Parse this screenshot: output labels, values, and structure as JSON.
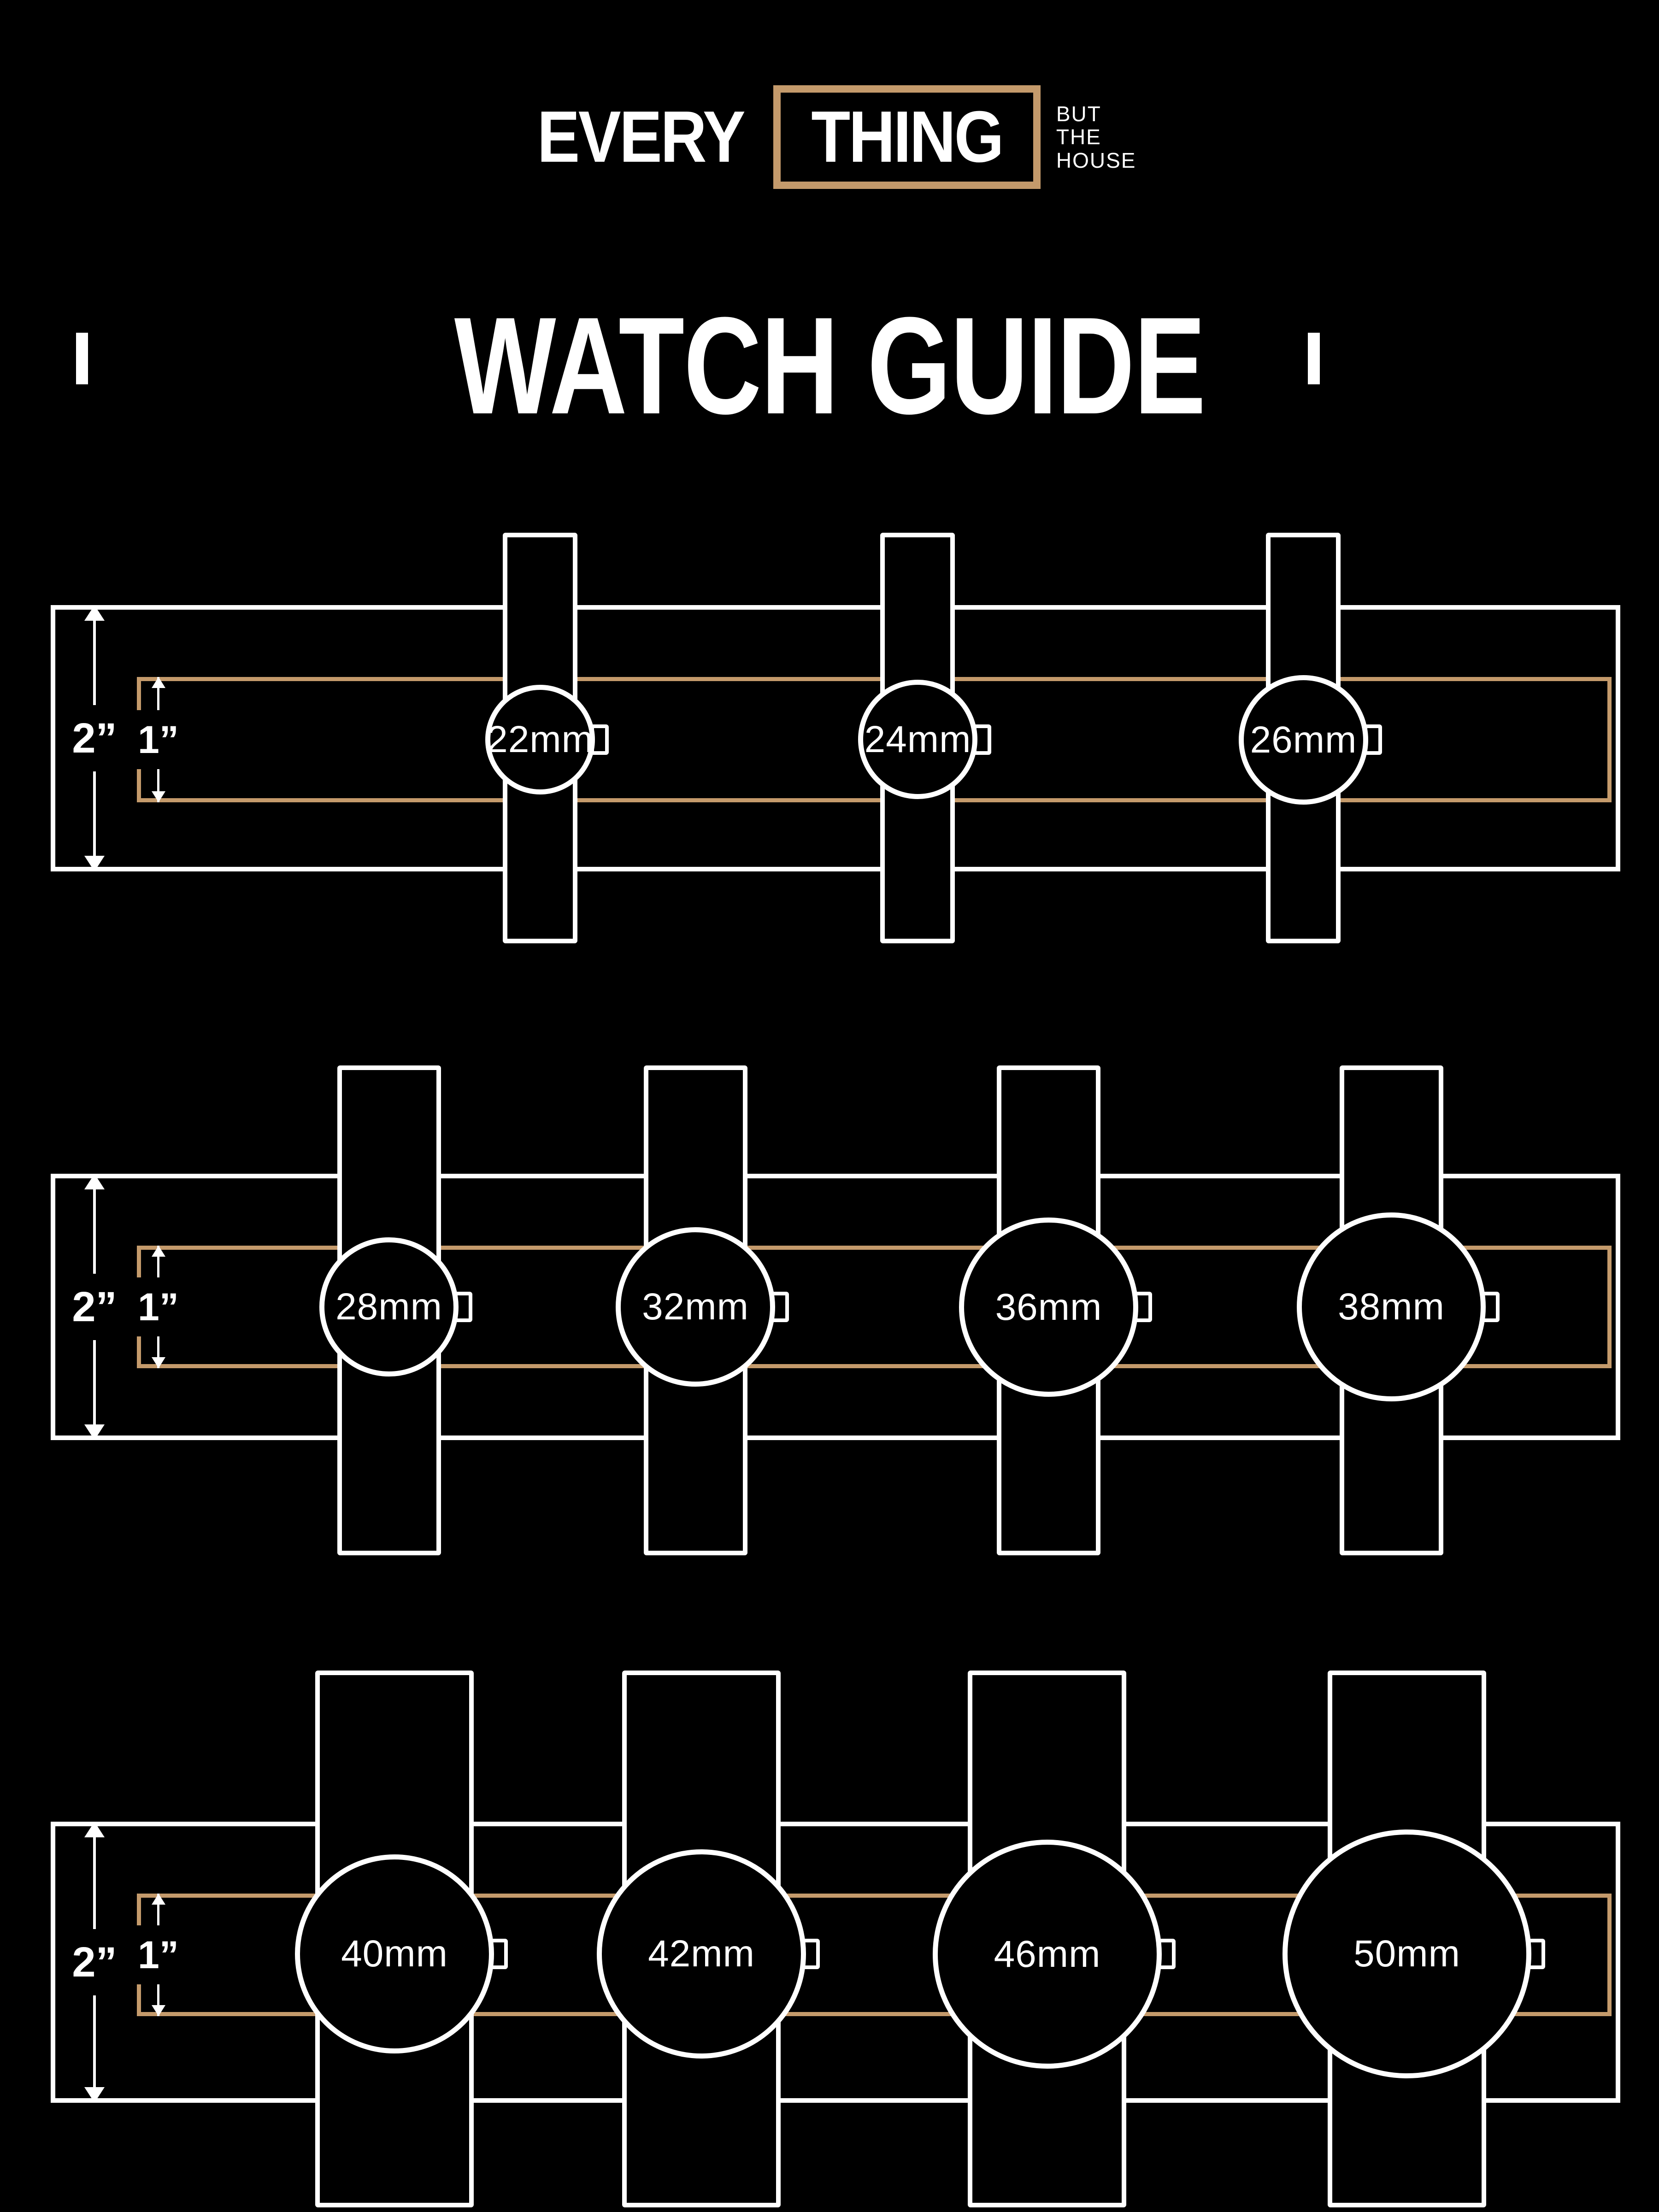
{
  "logo": {
    "every": "EVERY",
    "thing": "THING",
    "but": "BUT",
    "the": "THE",
    "house": "HOUSE"
  },
  "title": "WATCH GUIDE",
  "bands": {
    "outer_label": "2”",
    "inner_label": "1”"
  },
  "colors": {
    "background": "#000000",
    "foreground": "#FFFFFF",
    "accent_tan": "#C49A6B"
  },
  "rows": [
    {
      "watches": [
        {
          "label": "22mm"
        },
        {
          "label": "24mm"
        },
        {
          "label": "26mm"
        }
      ]
    },
    {
      "watches": [
        {
          "label": "28mm"
        },
        {
          "label": "32mm"
        },
        {
          "label": "36mm"
        },
        {
          "label": "38mm"
        }
      ]
    },
    {
      "watches": [
        {
          "label": "40mm"
        },
        {
          "label": "42mm"
        },
        {
          "label": "46mm"
        },
        {
          "label": "50mm"
        }
      ]
    }
  ]
}
